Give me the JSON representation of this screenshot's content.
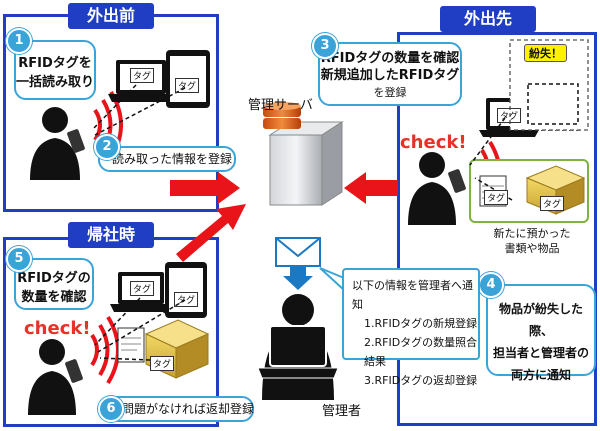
{
  "panels": {
    "before": "外出前",
    "away": "外出先",
    "return": "帰社時"
  },
  "steps": [
    {
      "num": "1",
      "line1": "RFIDタグを",
      "line2": "一括読み取り"
    },
    {
      "num": "2",
      "text": "読み取った情報を登録"
    },
    {
      "num": "3",
      "line1": "RFIDタグの数量を確認",
      "line2": "新規追加したRFIDタグ",
      "line3": "を登録"
    },
    {
      "num": "4",
      "line1": "物品が紛失した際、",
      "line2": "担当者と管理者の",
      "line3": "両方に通知"
    },
    {
      "num": "5",
      "line1": "RFIDタグの",
      "line2": "数量を確認"
    },
    {
      "num": "6",
      "text": "問題がなければ返却登録"
    }
  ],
  "server_label": "管理サーバ",
  "admin_label": "管理者",
  "tag_label": "タグ",
  "check_label": "check!",
  "lost_label": "紛失！",
  "new_items": {
    "line1": "新たに預かった",
    "line2": "書類や物品"
  },
  "notice": {
    "title": "以下の情報を管理者へ通知",
    "items": [
      "1.RFIDタグの新規登録",
      "2.RFIDタグの数量照合結果",
      "3.RFIDタグの返却登録"
    ]
  },
  "colors": {
    "panel_border": "#1f3ec4",
    "bubble_border": "#3aa3d8",
    "arrow": "#e8141a",
    "check": "#e53328"
  }
}
